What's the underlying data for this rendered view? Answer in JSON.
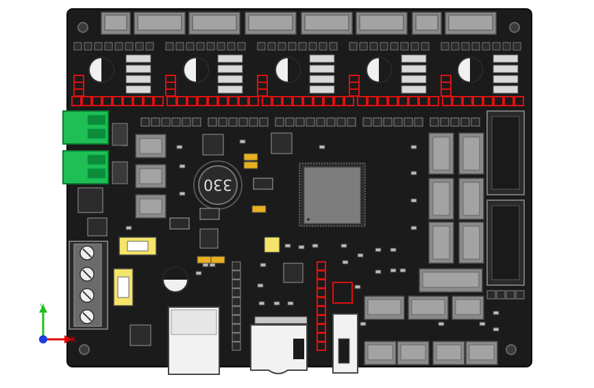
{
  "colors": {
    "background": "#ffffff",
    "board": "#1b1b1b",
    "header_red": "#e01010",
    "terminal_green": "#1fbf55",
    "connector_gray": "#8a8a8a",
    "inductor": "#2a2a2a",
    "chip": "#7d7d7d",
    "highlight_yellow": "#f4e46a",
    "axis_x": "#e00000",
    "axis_y": "#1ec01e",
    "axis_z": "#1e3ce0"
  },
  "inductor_label": "330",
  "axes": {
    "x_label": "X",
    "y_label": "Y"
  },
  "icons": {
    "mount_hole": "circle",
    "axis_triad": "xyz-triad"
  }
}
